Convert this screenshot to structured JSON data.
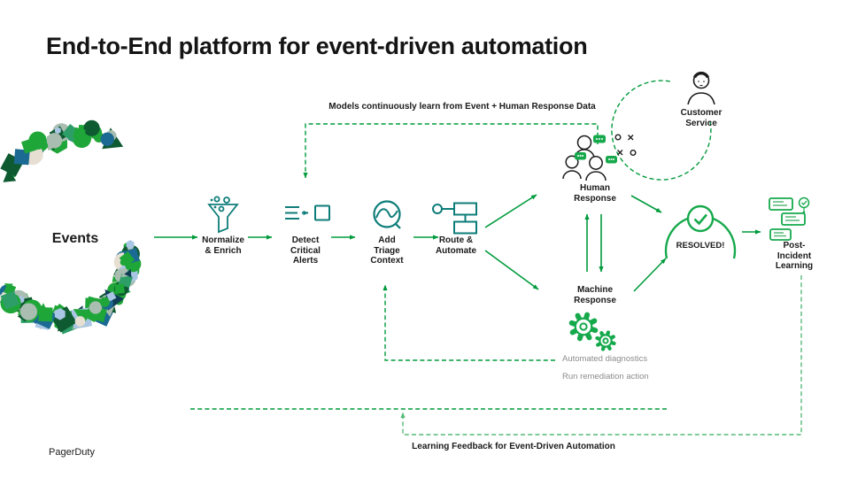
{
  "title": "End-to-End platform for event-driven automation",
  "brand": "PagerDuty",
  "events_label": "Events",
  "flow": {
    "normalize": "Normalize\n& Enrich",
    "detect": "Detect\nCritical\nAlerts",
    "triage": "Add\nTriage\nContext",
    "route": "Route &\nAutomate",
    "human": "Human\nResponse",
    "machine": "Machine\nResponse",
    "resolved": "RESOLVED!",
    "post_incident": "Post-Incident\nLearning",
    "customer_service": "Customer\nService"
  },
  "annotations": {
    "models_learn": "Models continuously learn from Event + Human Response Data",
    "automated_diagnostics": "Automated diagnostics",
    "run_remediation": "Run remediation action",
    "learning_feedback": "Learning Feedback for Event-Driven Automation"
  },
  "colors": {
    "arrow_green": "#009B3C",
    "bright_green": "#16A94C",
    "light_green_dash": "#57BA79",
    "icon_teal": "#0E7D79",
    "text_gray": "#8C8C8C",
    "events_palette": [
      "#1FA638",
      "#0E5A31",
      "#A9BDB1",
      "#A9C6E4",
      "#1B6A93",
      "#0F3D56",
      "#E6DFD2",
      "#2E9E68"
    ]
  }
}
